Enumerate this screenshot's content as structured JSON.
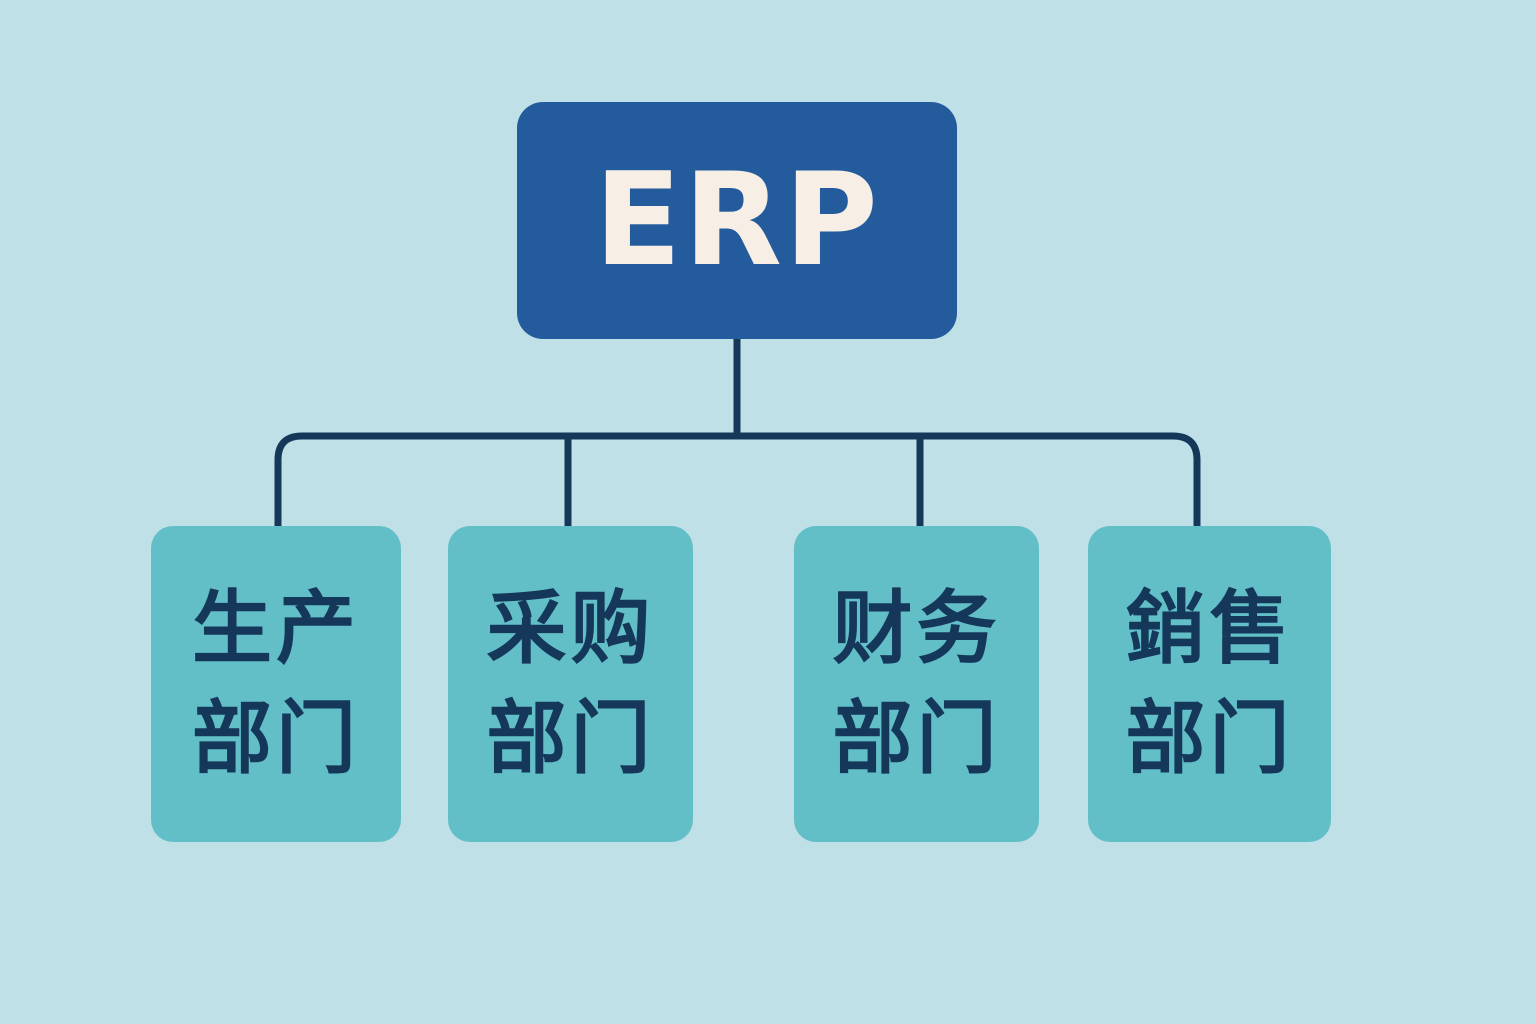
{
  "root": {
    "label": "ERP"
  },
  "departments": [
    {
      "line1": "生产",
      "line2": "部门"
    },
    {
      "line1": "采购",
      "line2": "部门"
    },
    {
      "line1": "财务",
      "line2": "部门"
    },
    {
      "line1": "銷售",
      "line2": "部门"
    }
  ],
  "colors": {
    "background": "#bfe0e6",
    "root": "#235b9c",
    "child": "#62bfc7",
    "connector": "#15385a",
    "root_text": "#f7efe6",
    "child_text": "#15385a"
  }
}
